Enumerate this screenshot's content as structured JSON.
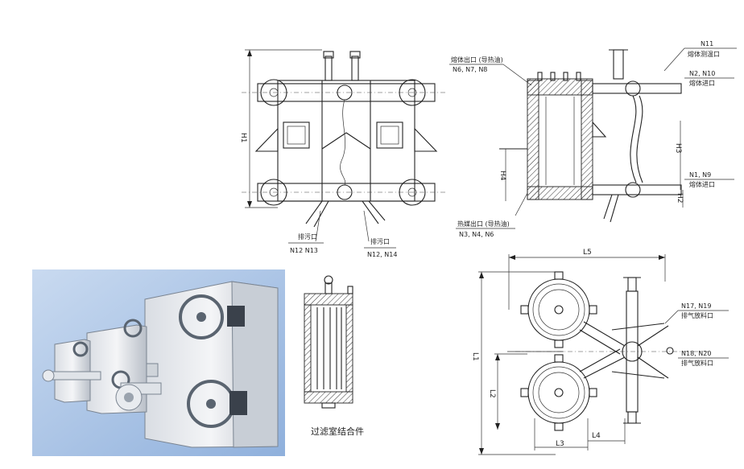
{
  "front_view": {
    "dim_height": "H1",
    "drain_left_label": "排污口",
    "drain_left_nozzles": "N12 N13",
    "drain_right_label": "排污口",
    "drain_right_nozzles": "N12, N14"
  },
  "side_view": {
    "melt_outlet_label": "熔体出口 (导热油)",
    "melt_outlet_nozzles": "N6, N7, N8",
    "heat_outlet_label": "热媒出口 (导热油)",
    "heat_outlet_nozzles": "N3, N4, N6",
    "top_nozzle": "N11",
    "top_nozzle_label": "熔体测温口",
    "mid_nozzles": "N2, N10",
    "mid_label": "熔体进口",
    "low_nozzles": "N1, N9",
    "low_label": "熔体进口",
    "dim_h2": "H2",
    "dim_h3": "H3",
    "dim_h4": "H4"
  },
  "filter_chamber": {
    "caption": "过滤室结合件"
  },
  "plan_view": {
    "dim_l1": "L1",
    "dim_l2": "L2",
    "dim_l3": "L3",
    "dim_l4": "L4",
    "dim_l5": "L5",
    "vent_top_nozzles": "N17, N19",
    "vent_top_label": "排气放料口",
    "vent_bottom_nozzles": "N18, N20",
    "vent_bottom_label": "排气放料口"
  },
  "colors": {
    "photo_bg": "#aec6e6",
    "line": "#222222"
  }
}
